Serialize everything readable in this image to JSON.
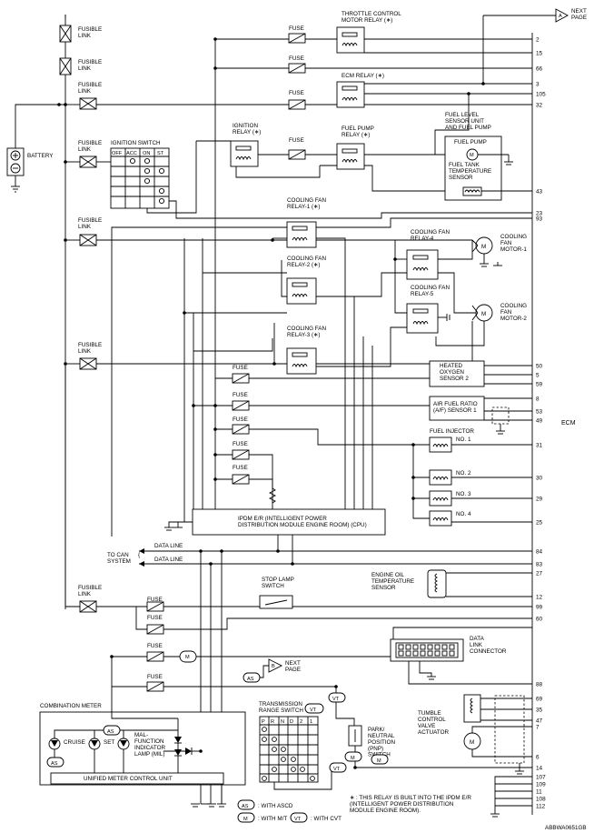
{
  "labels": {
    "fusible_link": "FUSIBLE\nLINK",
    "battery": "BATTERY",
    "ignition_switch": "IGNITION SWITCH",
    "ign_positions": [
      "OFF",
      "ACC",
      "ON",
      "ST"
    ],
    "ignition_relay": "IGNITION\nRELAY (∗)",
    "fuse": "FUSE",
    "throttle_relay": "THROTTLE CONTROL\nMOTOR RELAY (∗)",
    "ecm_relay": "ECM RELAY (∗)",
    "fuel_pump_relay": "FUEL PUMP\nRELAY (∗)",
    "fuel_level_unit": "FUEL LEVEL\nSENSOR UNIT\nAND FUEL PUMP",
    "fuel_pump": "FUEL PUMP",
    "fuel_tank_temp": "FUEL TANK\nTEMPERATURE\nSENSOR",
    "next_page": "NEXT\nPAGE",
    "next_page_a": "A",
    "next_page_b": "B",
    "cf_relay_1": "COOLING FAN\nRELAY-1 (∗)",
    "cf_relay_2": "COOLING FAN\nRELAY-2 (∗)",
    "cf_relay_3": "COOLING FAN\nRELAY-3 (∗)",
    "cf_relay_4": "COOLING FAN\nRELAY-4",
    "cf_relay_5": "COOLING FAN\nRELAY-5",
    "cf_motor_1": "COOLING\nFAN\nMOTOR-1",
    "cf_motor_2": "COOLING\nFAN\nMOTOR-2",
    "motor_m": "M",
    "ho2s": "HEATED\nOXYGEN\nSENSOR 2",
    "af_sensor": "AIR FUEL RATIO\n(A/F) SENSOR 1",
    "fuel_injector": "FUEL INJECTOR",
    "inj_no": [
      "NO. 1",
      "NO. 2",
      "NO. 3",
      "NO. 4"
    ],
    "ecm": "ECM",
    "ipdm": "IPDM E/R (INTELLIGENT POWER\nDISTRIBUTION MODULE ENGINE ROOM) (CPU)",
    "to_can": "TO CAN\nSYSTEM",
    "data_line": "DATA LINE",
    "stop_lamp": "STOP LAMP\nSWITCH",
    "oil_temp": "ENGINE OIL\nTEMPERATURE\nSENSOR",
    "dlc": "DATA\nLINK\nCONNECTOR",
    "combination_meter": "COMBINATION METER",
    "cruise": "CRUISE",
    "set": "SET",
    "mil": "MAL-\nFUNCTION\nINDICATOR\nLAMP (MIL)",
    "unified_meter": "UNIFIED METER CONTROL UNIT",
    "tr_switch": "TRANSMISSION\nRANGE SWITCH",
    "tr_positions": [
      "P",
      "R",
      "N",
      "D",
      "2",
      "1"
    ],
    "pnp": "PARK/\nNEUTRAL\nPOSITION\n(PNP)\nSWITCH",
    "tumble": "TUMBLE\nCONTROL\nVALVE\nACTUATOR",
    "tag_as": "AS",
    "tag_m": "M",
    "tag_vt": "VT",
    "legend_as": ": WITH ASCD",
    "legend_m": ": WITH M/T",
    "legend_vt": ": WITH CVT",
    "footnote": "∗ : THIS RELAY IS BUILT INTO THE IPDM E/R\n(INTELLIGENT POWER DISTRIBUTION\nMODULE ENGINE ROOM).",
    "code": "ABBWA0651GB"
  },
  "ecm_pins": [
    "2",
    "15",
    "66",
    "3",
    "105",
    "32",
    "43",
    "23",
    "93",
    "50",
    "5",
    "59",
    "8",
    "53",
    "49",
    "31",
    "30",
    "29",
    "25",
    "84",
    "83",
    "27",
    "12",
    "99",
    "60",
    "88",
    "69",
    "35",
    "47",
    "7",
    "6",
    "14",
    "107",
    "109",
    "11",
    "108",
    "112"
  ]
}
